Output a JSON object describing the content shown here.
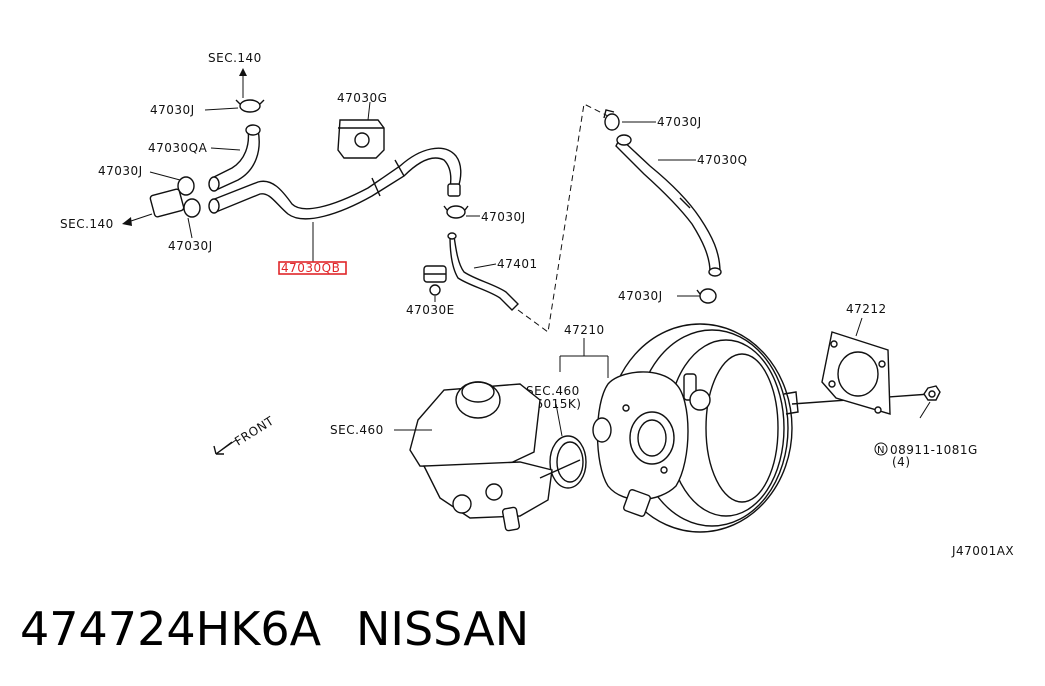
{
  "labels": {
    "sec140_top": "SEC.140",
    "j_top": "47030J",
    "qa": "47030QA",
    "j_left": "47030J",
    "sec140_left": "SEC.140",
    "j_bottom_left": "47030J",
    "g": "47030G",
    "j_mid": "47030J",
    "highlight": "47030QB",
    "p47401": "47401",
    "e": "47030E",
    "j_right_top": "47030J",
    "q": "47030Q",
    "j_right_mid": "47030J",
    "p47212": "47212",
    "p47210": "47210",
    "sec460_right": "SEC.460",
    "p46015k": "(46015K)",
    "sec460_left": "SEC.460",
    "front": "FRONT",
    "bolt": "08911-1081G",
    "bolt_qty": "(4)",
    "bolt_marker": "N",
    "diagram_id": "J47001AX"
  },
  "caption": {
    "part_number": "474724HK6A",
    "brand": "NISSAN"
  },
  "colors": {
    "highlight": "#e0262a"
  }
}
